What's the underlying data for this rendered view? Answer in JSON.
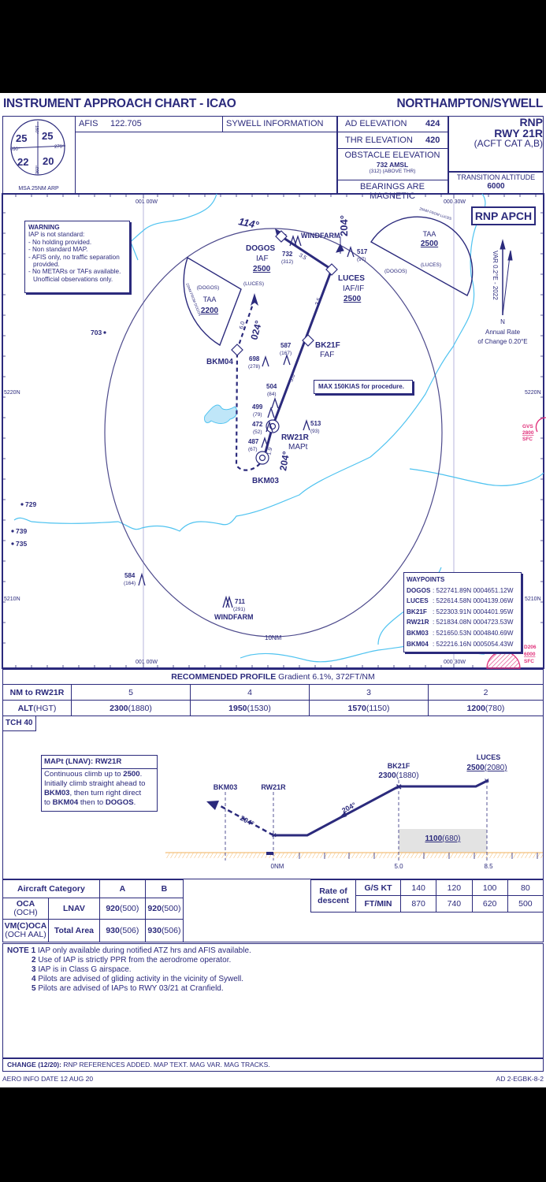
{
  "header": {
    "chart_type": "INSTRUMENT APPROACH CHART - ICAO",
    "aerodrome": "NORTHAMPTON/SYWELL",
    "procedure": "RNP",
    "runway": "RWY 21R",
    "category": "(ACFT CAT A,B)",
    "afis_label": "AFIS",
    "afis_freq": "122.705",
    "atis": "SYWELL INFORMATION",
    "ad_elev_label": "AD ELEVATION",
    "ad_elev": "424",
    "thr_elev_label": "THR ELEVATION",
    "thr_elev": "420",
    "obst_label": "OBSTACLE ELEVATION",
    "obst_value": "732  AMSL",
    "obst_sub": "(312)  (ABOVE THR)",
    "bearings": "BEARINGS ARE MAGNETIC",
    "ta_label": "TRANSITION ALTITUDE",
    "ta_value": "6000",
    "msa": {
      "label": "MSA 25NM ARP",
      "nw": "25",
      "ne": "25",
      "sw": "22",
      "se": "20",
      "b180": "180°",
      "b270": "270°",
      "b090": "090°",
      "b360": "360°"
    }
  },
  "map": {
    "grid": {
      "lon_w": "001 00W",
      "lon_e": "000 30W",
      "lat_n": "5220N",
      "lat_s": "5210N"
    },
    "warning": {
      "title": "WARNING",
      "lines": [
        "IAP is not standard:",
        "- No holding provided.",
        "- Non standard MAP.",
        "- AFIS only, no traffic separation",
        "  provided.",
        "- No METARs or TAFs available.",
        "  Unofficial observations only."
      ]
    },
    "rnp_badge": "RNP APCH",
    "variation": {
      "var": "VAR 0.2°E - 2022",
      "north": "N",
      "rate1": "Annual Rate",
      "rate2": "of Change 0.20°E"
    },
    "taa_left": {
      "label": "TAA",
      "alt": "2200",
      "arc": "25NM FROM DOGOS",
      "wp1": "(DOGOS)",
      "wp2": "(LUCES)"
    },
    "taa_right": {
      "label": "TAA",
      "alt": "2500",
      "arc": "25NM FROM LUCES",
      "wp1": "(DOGOS)",
      "wp2": "(LUCES)"
    },
    "fixes": {
      "dogos": {
        "name": "DOGOS",
        "role": "IAF",
        "alt": "2500"
      },
      "luces": {
        "name": "LUCES",
        "role": "IAF/IF",
        "alt": "2500"
      },
      "bk21f": {
        "name": "BK21F",
        "role": "FAF"
      },
      "rw21r": {
        "name": "RW21R",
        "role": "MAPt"
      },
      "bkm03": {
        "name": "BKM03"
      },
      "bkm04": {
        "name": "BKM04"
      }
    },
    "tracks": {
      "t114": "114°",
      "t204a": "204°",
      "t204b": "204°",
      "t024": "024°"
    },
    "distances": {
      "d1": "3.5",
      "d2": "3.5",
      "d3": "5.0",
      "d4": "1.9",
      "d5": "6.0"
    },
    "obstacles": [
      {
        "elev": "732",
        "hgt": "(312)"
      },
      {
        "elev": "517",
        "hgt": "(97)"
      },
      {
        "elev": "587",
        "hgt": "(167)"
      },
      {
        "elev": "698",
        "hgt": "(278)"
      },
      {
        "elev": "504",
        "hgt": "(84)"
      },
      {
        "elev": "499",
        "hgt": "(79)"
      },
      {
        "elev": "472",
        "hgt": "(52)"
      },
      {
        "elev": "487",
        "hgt": "(67)"
      },
      {
        "elev": "513",
        "hgt": "(93)"
      },
      {
        "elev": "584",
        "hgt": "(164)"
      },
      {
        "elev": "711",
        "hgt": "(291)"
      }
    ],
    "windfarm": "WINDFARM",
    "spot_heights": [
      "703",
      "729",
      "739",
      "735"
    ],
    "speed_note": "MAX 150KIAS for procedure.",
    "range_label": "10NM",
    "gvs": [
      "GVS",
      "2800",
      "SFC"
    ],
    "d206": [
      "D206",
      "6000",
      "SFC"
    ],
    "waypoints": {
      "title": "WAYPOINTS",
      "items": [
        {
          "name": "DOGOS",
          "coord": ": 522741.89N 0004651.12W"
        },
        {
          "name": "LUCES",
          "coord": ": 522614.58N 0004139.06W"
        },
        {
          "name": "BK21F",
          "coord": ": 522303.91N 0004401.95W"
        },
        {
          "name": "RW21R",
          "coord": ": 521834.08N 0004723.53W"
        },
        {
          "name": "BKM03",
          "coord": ": 521650.53N 0004840.69W"
        },
        {
          "name": "BKM04",
          "coord": ": 522216.16N 0005054.43W"
        }
      ]
    }
  },
  "profile": {
    "title_bold": "RECOMMENDED PROFILE",
    "title_rest": " Gradient 6.1%, 372FT/NM",
    "row1_label": "NM to RW21R",
    "row2_label_bold": "ALT",
    "row2_label_rest": "(HGT)",
    "columns": [
      {
        "nm": "5",
        "alt": "2300",
        "hgt": "(1880)"
      },
      {
        "nm": "4",
        "alt": "1950",
        "hgt": "(1530)"
      },
      {
        "nm": "3",
        "alt": "1570",
        "hgt": "(1150)"
      },
      {
        "nm": "2",
        "alt": "1200",
        "hgt": "(780)"
      }
    ],
    "tch": "TCH 40",
    "mapt": {
      "title": "MAPt (LNAV): RW21R",
      "l1a": "Continuous climb up to ",
      "l1b": "2500",
      "l1c": ".",
      "l2": "Initially climb straight ahead to",
      "l3a": "BKM03",
      "l3b": ", then turn right direct",
      "l4a": "to ",
      "l4b": "BKM04",
      "l4c": " then to ",
      "l4d": "DOGOS",
      "l4e": "."
    },
    "points": {
      "bkm03": "BKM03",
      "rw21r": "RW21R",
      "bk21f": "BK21F",
      "bk21f_alt": "2300",
      "bk21f_hgt": "(1880)",
      "luces": "LUCES",
      "luces_alt": "2500",
      "luces_hgt": "(2080)"
    },
    "track1": "204°",
    "track2": "204°",
    "msa_seg_alt": "1100",
    "msa_seg_hgt": "(680)",
    "dist": [
      "0NM",
      "5.0",
      "8.5"
    ]
  },
  "minima": {
    "header": [
      "Aircraft Category",
      "A",
      "B"
    ],
    "oca": "OCA",
    "och": "(OCH)",
    "lnav": "LNAV",
    "lnav_a": "920",
    "lnav_a_h": "(500)",
    "lnav_b": "920",
    "lnav_b_h": "(500)",
    "vmc": "VM(C)OCA",
    "vmc_sub": "(OCH AAL)",
    "total": "Total Area",
    "vm_a": "930",
    "vm_a_h": "(506)",
    "vm_b": "930",
    "vm_b_h": "(506)"
  },
  "descent": {
    "label1": "Rate of",
    "label2": "descent",
    "gs_label": "G/S KT",
    "fpm_label": "FT/MIN",
    "gs": [
      "140",
      "120",
      "100",
      "80"
    ],
    "fpm": [
      "870",
      "740",
      "620",
      "500"
    ]
  },
  "notes": {
    "prefix": "NOTE",
    "items": [
      {
        "n": "1",
        "t": "IAP only available during notified ATZ hrs and AFIS available."
      },
      {
        "n": "2",
        "t": "Use of IAP is strictly PPR from the aerodrome operator."
      },
      {
        "n": "3",
        "t": "IAP is in Class G airspace."
      },
      {
        "n": "4",
        "t": "Pilots are advised of gliding activity in the vicinity of Sywell."
      },
      {
        "n": "5",
        "t": "Pilots are advised of IAPs to RWY 03/21 at Cranfield."
      }
    ]
  },
  "change": {
    "label": "CHANGE (12/20):",
    "text": " RNP REFERENCES ADDED. MAP TEXT. MAG VAR. MAG TRACKS."
  },
  "footer": {
    "left": "AERO INFO DATE 12 AUG 20",
    "right": "AD 2-EGBK-8-2"
  },
  "colors": {
    "ink": "#2b2a7c",
    "water": "#4fc3f0",
    "restricted": "#e0307a",
    "terrain": "#f2b25c"
  }
}
